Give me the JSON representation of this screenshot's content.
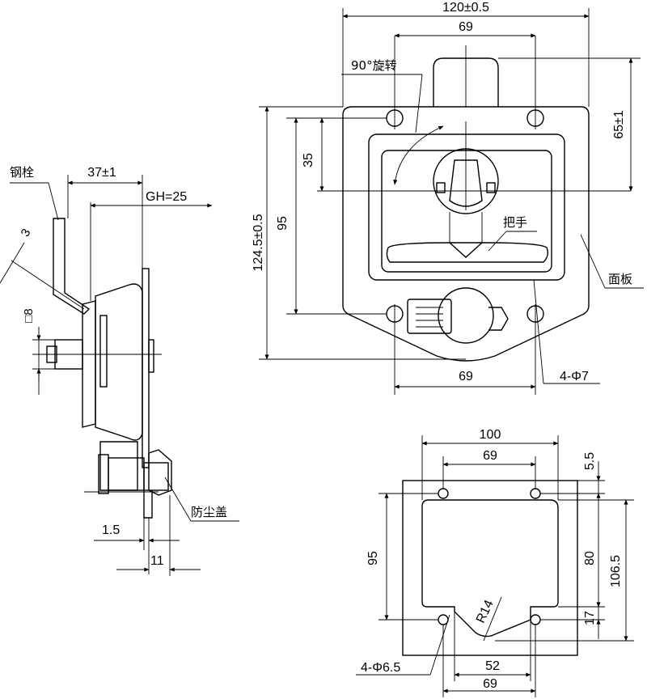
{
  "labels": {
    "rotate_90": "90°旋转",
    "handle": "把手",
    "panel": "面板",
    "steel_bolt": "钢栓",
    "dust_cover": "防尘盖",
    "hole_4_phi7": "4-Φ7",
    "hole_4_phi65": "4-Φ6.5"
  },
  "dimensions": {
    "width_120": "120±0.5",
    "top_69": "69",
    "height_65": "65±1",
    "d35": "35",
    "height_124": "124.5±0.5",
    "d95": "95",
    "bottom_69": "69",
    "d37": "37±1",
    "gh25": "GH=25",
    "d3": "3",
    "sq8": "□8",
    "d1_5": "1.5",
    "d11": "11",
    "cut_100": "100",
    "cut_69": "69",
    "cut_5_5": "5.5",
    "cut_95": "95",
    "cut_80": "80",
    "cut_106_5": "106.5",
    "cut_r14": "R14",
    "cut_17": "17",
    "cut_52": "52",
    "cut_69_bottom": "69"
  }
}
